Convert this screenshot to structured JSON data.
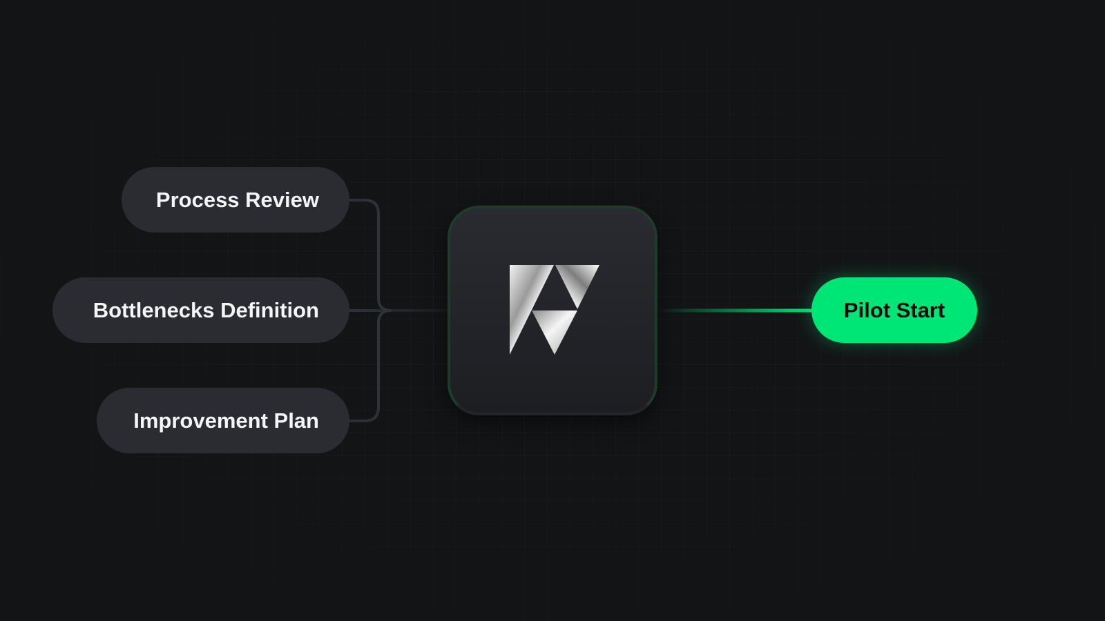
{
  "inputs": [
    {
      "label": "Process Review"
    },
    {
      "label": "Bottlenecks Definition"
    },
    {
      "label": "Improvement Plan"
    }
  ],
  "hub": {
    "logo_icon": "triangle-logo-icon"
  },
  "output": {
    "label": "Pilot Start"
  },
  "colors": {
    "background": "#131416",
    "pill": "#2a2c31",
    "pill_text": "#f4f5f7",
    "accent": "#00e676",
    "connector": "#2f3237"
  }
}
